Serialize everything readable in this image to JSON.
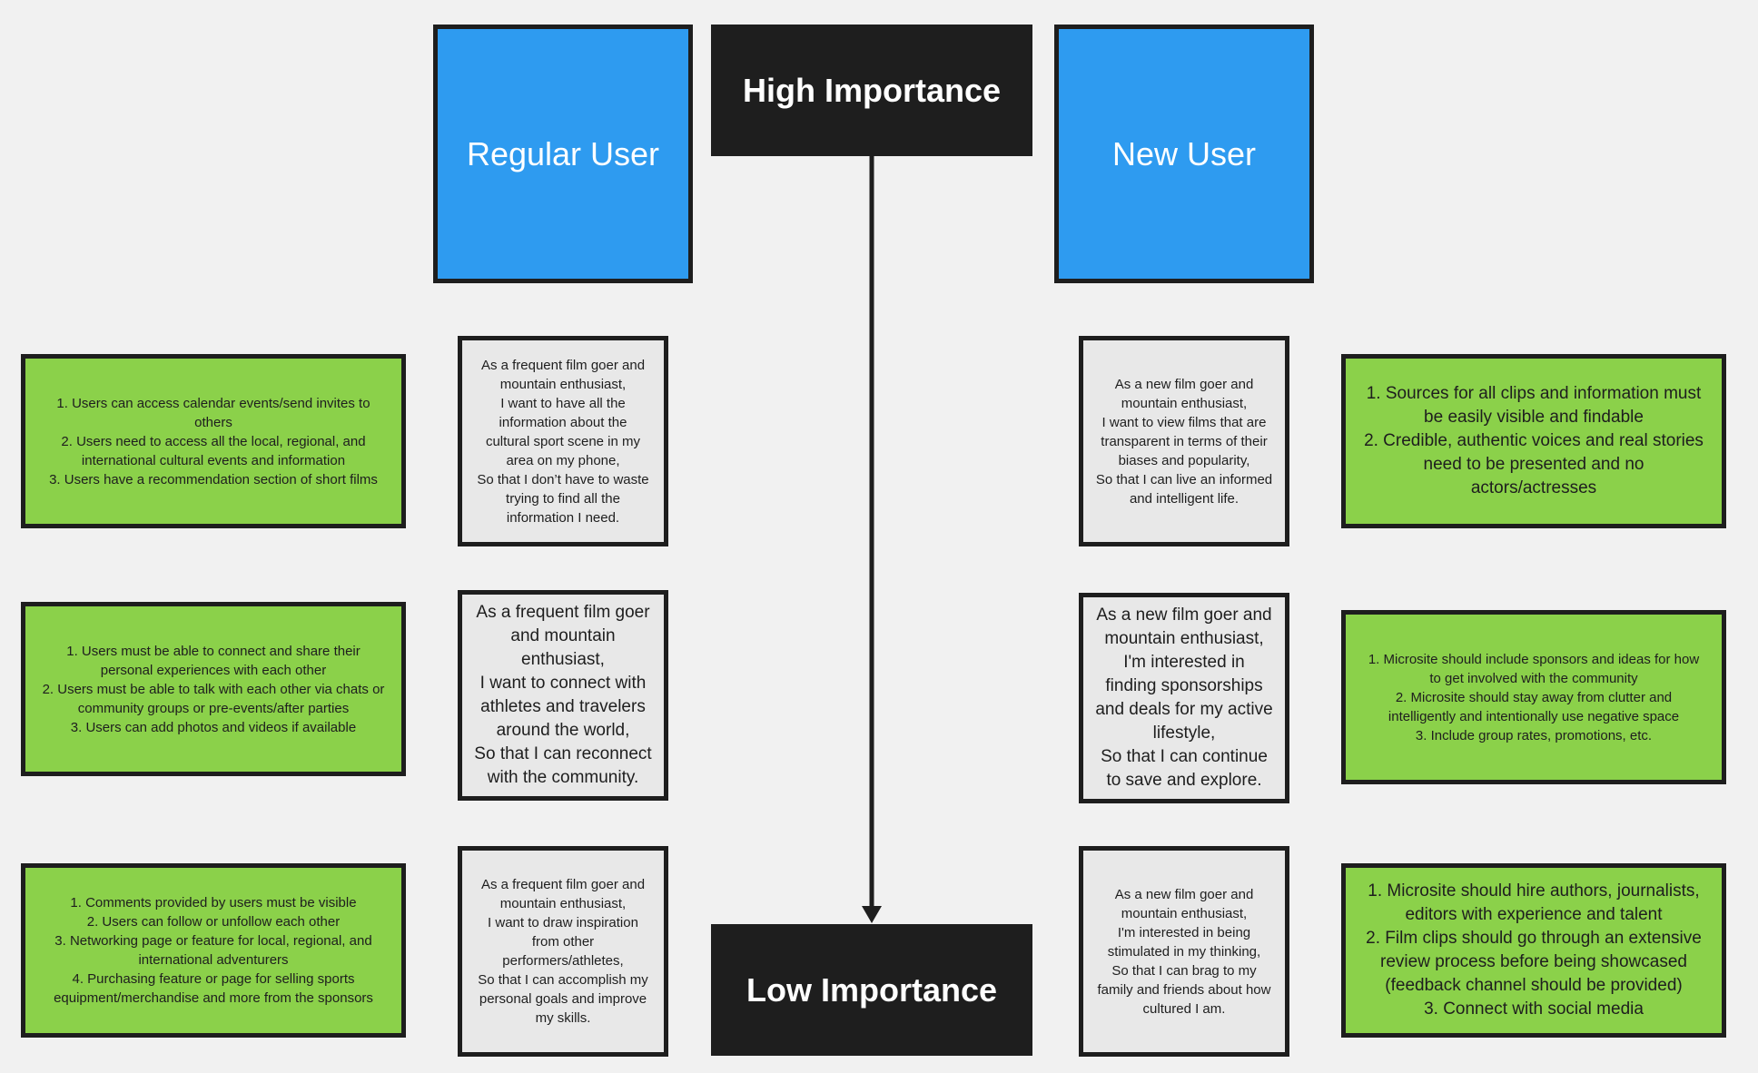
{
  "personas": {
    "regular": "Regular User",
    "new": "New User"
  },
  "importance": {
    "high": "High Importance",
    "low": "Low Importance"
  },
  "regular_stories": [
    "As a frequent film goer and\nmountain enthusiast,\nI want to have all the\ninformation about the\ncultural sport scene in my\narea on my phone,\nSo that I don’t have to waste\ntrying to find all the\ninformation I need.",
    "As a frequent film goer\nand mountain\nenthusiast,\nI want to connect with\nathletes and travelers\naround the world,\nSo that I can reconnect\nwith the community.",
    "As a frequent film goer and\nmountain enthusiast,\nI want to draw inspiration\nfrom other\nperformers/athletes,\nSo that I can accomplish my\npersonal goals and improve\nmy skills."
  ],
  "new_stories": [
    "As a new film goer and\nmountain enthusiast,\nI want to view films that are\ntransparent in terms of their\nbiases and popularity,\nSo that I can live an informed\nand intelligent life.",
    "As a new film goer and\nmountain enthusiast,\nI'm interested in\nfinding sponsorships\nand deals for my active\nlifestyle,\nSo that I can continue\nto save and explore.",
    "As a new film goer and\nmountain enthusiast,\nI'm interested in being\nstimulated in my thinking,\nSo that I can brag to my\nfamily and friends about how\ncultured I am."
  ],
  "regular_requirements": [
    "1. Users can access calendar events/send invites to\nothers\n2. Users need to access all the local, regional, and\ninternational cultural events and information\n3. Users have a recommendation section of short films",
    "1. Users must be able to connect and share their\npersonal experiences with each other\n2. Users must be able to talk with each other via chats or\ncommunity groups or pre-events/after parties\n3. Users can add photos and videos if available",
    "1. Comments provided by users must be visible\n2. Users can follow or unfollow each other\n3. Networking page or feature for local, regional, and\ninternational adventurers\n4. Purchasing feature or page for selling sports\nequipment/merchandise and more from the sponsors"
  ],
  "new_requirements": [
    "1. Sources for all clips and information must\nbe easily visible and findable\n2. Credible, authentic voices and real stories\nneed to be presented and no\nactors/actresses",
    "1. Microsite should include sponsors and ideas for how\nto get involved with the community\n2. Microsite should stay away from clutter and\nintelligently and intentionally use negative space\n3. Include group rates, promotions, etc.",
    "1. Microsite should hire authors, journalists,\neditors with experience and talent\n2. Film clips should go through an extensive\nreview process before being showcased\n(feedback channel should be provided)\n3. Connect with social media"
  ],
  "colors": {
    "persona_blue": "#2e9bf0",
    "requirement_green": "#8bd14a",
    "story_gray": "#e8e8e8",
    "dark": "#1e1e1e"
  }
}
